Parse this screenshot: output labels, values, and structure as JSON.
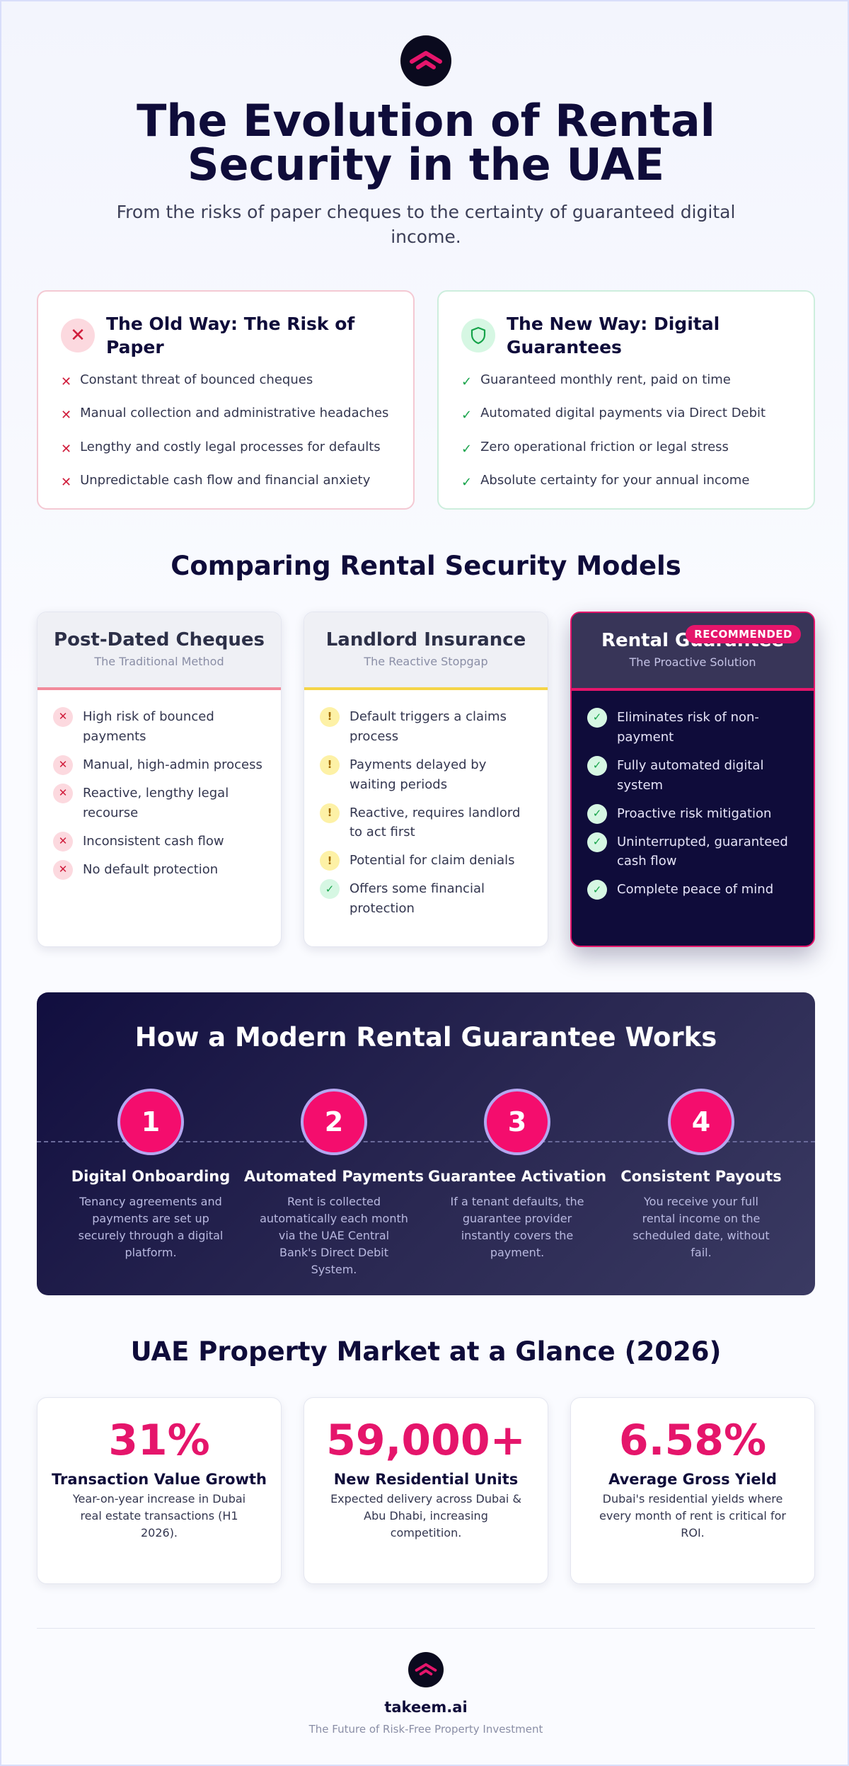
{
  "header": {
    "title": "The Evolution of Rental Security in the UAE",
    "subtitle": "From the risks of paper cheques to the certainty of guaranteed digital income."
  },
  "old_way": {
    "title": "The Old Way: The Risk of Paper",
    "items": [
      "Constant threat of bounced cheques",
      "Manual collection and administrative headaches",
      "Lengthy and costly legal processes for defaults",
      "Unpredictable cash flow and financial anxiety"
    ]
  },
  "new_way": {
    "title": "The New Way: Digital Guarantees",
    "items": [
      "Guaranteed monthly rent, paid on time",
      "Automated digital payments via Direct Debit",
      "Zero operational friction or legal stress",
      "Absolute certainty for your annual income"
    ]
  },
  "comparison": {
    "title": "Comparing Rental Security Models",
    "models": [
      {
        "title": "Post-Dated Cheques",
        "subtitle": "The Traditional Method",
        "accent": "#f28b9b",
        "items": [
          "High risk of bounced payments",
          "Manual, high-admin process",
          "Reactive, lengthy legal recourse",
          "Inconsistent cash flow",
          "No default protection"
        ]
      },
      {
        "title": "Landlord Insurance",
        "subtitle": "The Reactive Stopgap",
        "accent": "#f5d547",
        "items": [
          "Default triggers a claims process",
          "Payments delayed by waiting periods",
          "Reactive, requires landlord to act first",
          "Potential for claim denials",
          "Offers some financial protection"
        ]
      },
      {
        "title": "Rental Guarantee",
        "subtitle": "The Proactive Solution",
        "accent": "#e5156b",
        "badge": "RECOMMENDED",
        "items": [
          "Eliminates risk of non-payment",
          "Fully automated digital system",
          "Proactive risk mitigation",
          "Uninterrupted, guaranteed cash flow",
          "Complete peace of mind"
        ]
      }
    ]
  },
  "how": {
    "title": "How a Modern Rental Guarantee Works",
    "steps": [
      {
        "num": "1",
        "title": "Digital Onboarding",
        "text": "Tenancy agreements and payments are set up securely through a digital platform."
      },
      {
        "num": "2",
        "title": "Automated Payments",
        "text": "Rent is collected automatically each month via the UAE Central Bank's Direct Debit System."
      },
      {
        "num": "3",
        "title": "Guarantee Activation",
        "text": "If a tenant defaults, the guarantee provider instantly covers the payment."
      },
      {
        "num": "4",
        "title": "Consistent Payouts",
        "text": "You receive your full rental income on the scheduled date, without fail."
      }
    ]
  },
  "market": {
    "title": "UAE Property Market at a Glance (2026)",
    "stats": [
      {
        "value": "31%",
        "label": "Transaction Value Growth",
        "desc": "Year-on-year increase in Dubai real estate transactions (H1 2026)."
      },
      {
        "value": "59,000+",
        "label": "New Residential Units",
        "desc": "Expected delivery across Dubai & Abu Dhabi, increasing competition."
      },
      {
        "value": "6.58%",
        "label": "Average Gross Yield",
        "desc": "Dubai's residential yields where every month of rent is critical for ROI."
      }
    ]
  },
  "footer": {
    "brand": "takeem.ai",
    "tagline": "The Future of Risk-Free Property Investment"
  },
  "colors": {
    "accent": "#e5156b",
    "navy": "#0f0c3a"
  }
}
